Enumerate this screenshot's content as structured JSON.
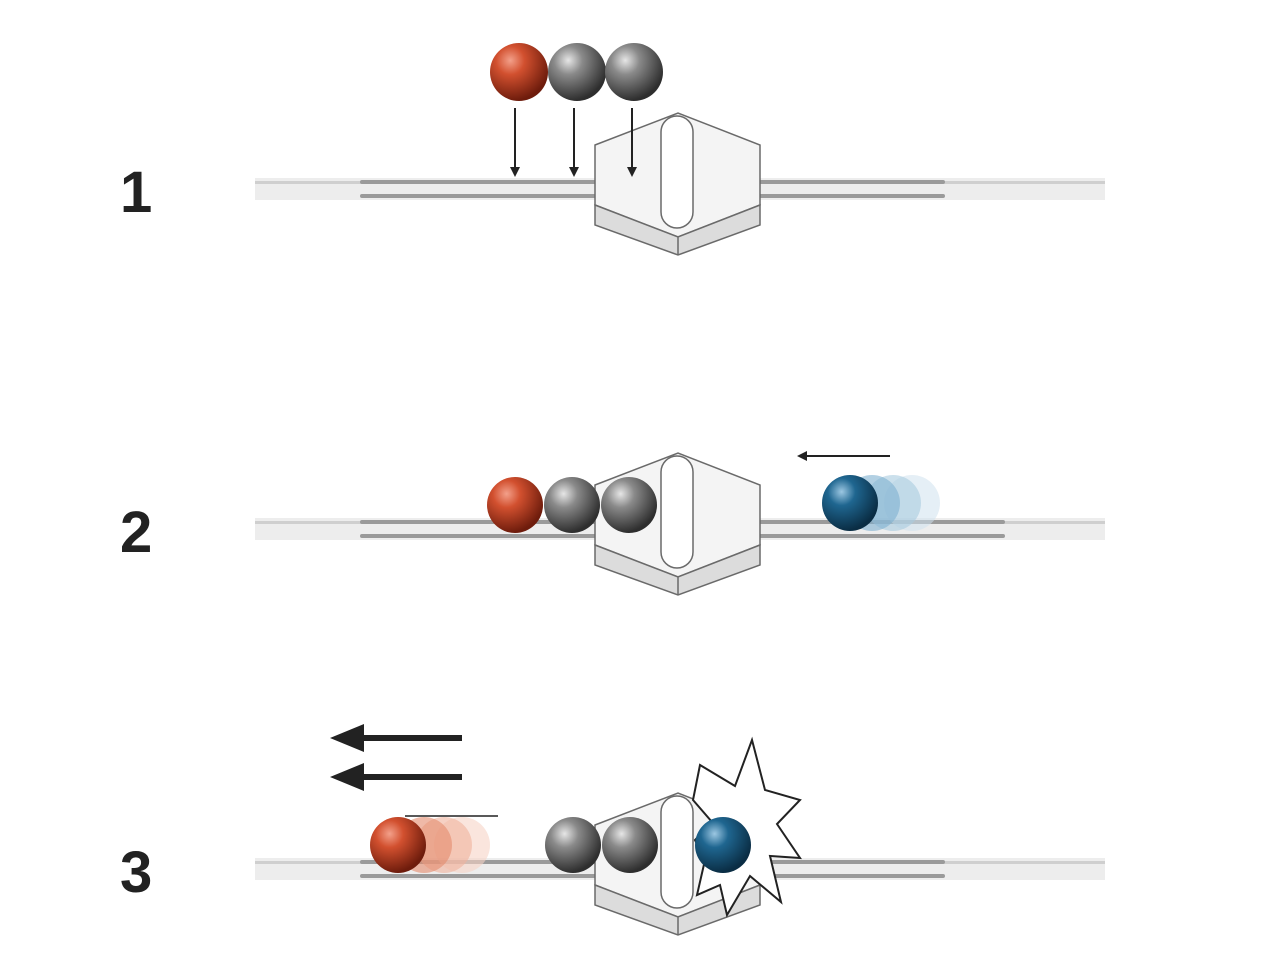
{
  "steps": [
    {
      "label": "1"
    },
    {
      "label": "2"
    },
    {
      "label": "3"
    }
  ],
  "colors": {
    "red_ball": "#c0391f",
    "gray_ball": "#6b6b6b",
    "blue_ball": "#154e70",
    "arrow": "#222222",
    "track": "#9a9a9a",
    "base": "#f2f2f2",
    "outline": "#6a6a6a"
  },
  "icons": [
    "red-ball-icon",
    "gray-ball-icon",
    "blue-ball-icon",
    "arrow-icon",
    "impact-burst-icon"
  ]
}
